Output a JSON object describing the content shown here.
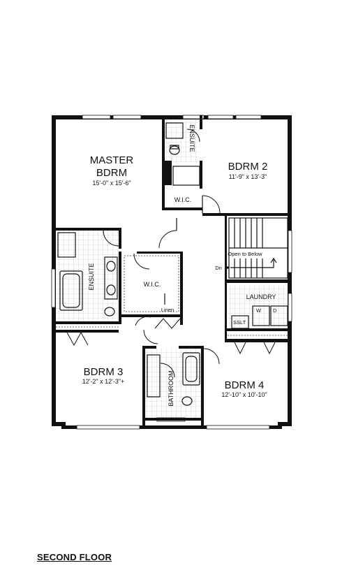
{
  "plan_title": "SECOND FLOOR",
  "rooms": {
    "master": {
      "name_line1": "MASTER",
      "name_line2": "BDRM",
      "dims": "15'-0\" x 15'-6\""
    },
    "bdrm2": {
      "name": "BDRM 2",
      "dims": "11'-9\" x 13'-3\""
    },
    "bdrm3": {
      "name": "BDRM 3",
      "dims": "12'-2\" x 12'-3\"+"
    },
    "bdrm4": {
      "name": "BDRM 4",
      "dims": "12'-10\" x 10'-10\""
    },
    "ensuite_top": "ENSUITE",
    "ensuite_left": "ENSUITE",
    "wic_small": "W.I.C.",
    "wic_master": "W.I.C.",
    "linen": "Linen",
    "laundry": "LAUNDRY",
    "washer": "W",
    "dryer": "D",
    "sink": "SSLT",
    "bathroom": "BATHROOM",
    "open_to_below": "Open to Below",
    "down": "Dn"
  }
}
